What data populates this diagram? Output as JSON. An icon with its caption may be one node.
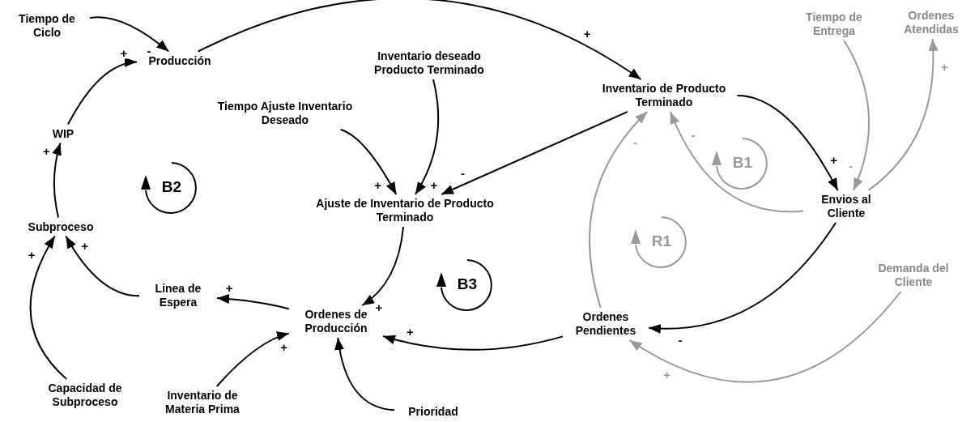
{
  "diagram": {
    "nodes": [
      {
        "text": [
          "Tiempo de Ciclo"
        ]
      },
      {
        "text": [
          "Producción"
        ]
      },
      {
        "text": [
          "Inventario deseado Producto Terminado"
        ]
      },
      {
        "text": [
          "Inventario de Producto Terminado"
        ]
      },
      {
        "text": [
          "Tiempo de Entrega"
        ]
      },
      {
        "text": [
          "Ordenes Atendidas"
        ]
      },
      {
        "text": [
          "WIP"
        ]
      },
      {
        "text": [
          "Tiempo Ajuste Inventario Deseado"
        ]
      },
      {
        "text": [
          "Ajuste de Inventario de Producto Terminado"
        ]
      },
      {
        "text": [
          "Envios al Cliente"
        ]
      },
      {
        "text": [
          "Subproceso"
        ]
      },
      {
        "text": [
          "Linea de Espera"
        ]
      },
      {
        "text": [
          "Demanda del Cliente"
        ]
      },
      {
        "text": [
          "Ordenes de Producción"
        ]
      },
      {
        "text": [
          "Ordenes Pendientes"
        ]
      },
      {
        "text": [
          "Capacidad de Subproceso"
        ]
      },
      {
        "text": [
          "Inventario de Materia Prima"
        ]
      },
      {
        "text": [
          "Prioridad"
        ]
      }
    ],
    "edges": [
      {
        "from": 0,
        "to": 1,
        "arrow": "to",
        "label": "-"
      },
      {
        "from": 6,
        "to": 1,
        "arrow": "to",
        "label": "+"
      },
      {
        "from": 1,
        "to": 3,
        "arrow": "to",
        "label": "+"
      },
      {
        "from": 10,
        "to": 6,
        "arrow": "to",
        "label": "+"
      },
      {
        "from": 15,
        "to": 10,
        "arrow": "to",
        "label": "+"
      },
      {
        "from": 11,
        "to": 10,
        "arrow": "to",
        "label": "+"
      },
      {
        "from": 13,
        "to": 11,
        "arrow": "to",
        "label": "+"
      },
      {
        "from": 16,
        "to": 13,
        "arrow": "to",
        "label": "+"
      },
      {
        "from": 17,
        "to": 13,
        "arrow": "to"
      },
      {
        "from": 14,
        "to": 13,
        "arrow": "to",
        "label": "+"
      },
      {
        "from": 8,
        "to": 13,
        "arrow": "to",
        "label": "+"
      },
      {
        "from": 7,
        "to": 8,
        "arrow": "to",
        "label": "+"
      },
      {
        "from": 2,
        "to": 8,
        "arrow": "to",
        "label": "+"
      },
      {
        "from": 3,
        "to": 8,
        "arrow": "to",
        "label": "-"
      },
      {
        "from": 3,
        "to": 9,
        "arrow": "to",
        "label": "+"
      },
      {
        "from": 4,
        "to": 9,
        "arrow": "to",
        "label": "-",
        "color": "#999999"
      },
      {
        "from": 9,
        "to": 5,
        "arrow": "to",
        "label": "+",
        "color": "#999999"
      },
      {
        "from": 9,
        "to": 3,
        "arrow": "to",
        "label": "-",
        "color": "#999999"
      },
      {
        "from": 9,
        "to": 14,
        "arrow": "to",
        "label": "-"
      },
      {
        "from": 12,
        "to": 14,
        "arrow": "to",
        "label": "+",
        "color": "#999999"
      },
      {
        "from": 14,
        "to": 3,
        "arrow": "to",
        "label": "-",
        "color": "#999999"
      }
    ],
    "labels": [
      "B2",
      "B3",
      "B1",
      "R1"
    ]
  }
}
